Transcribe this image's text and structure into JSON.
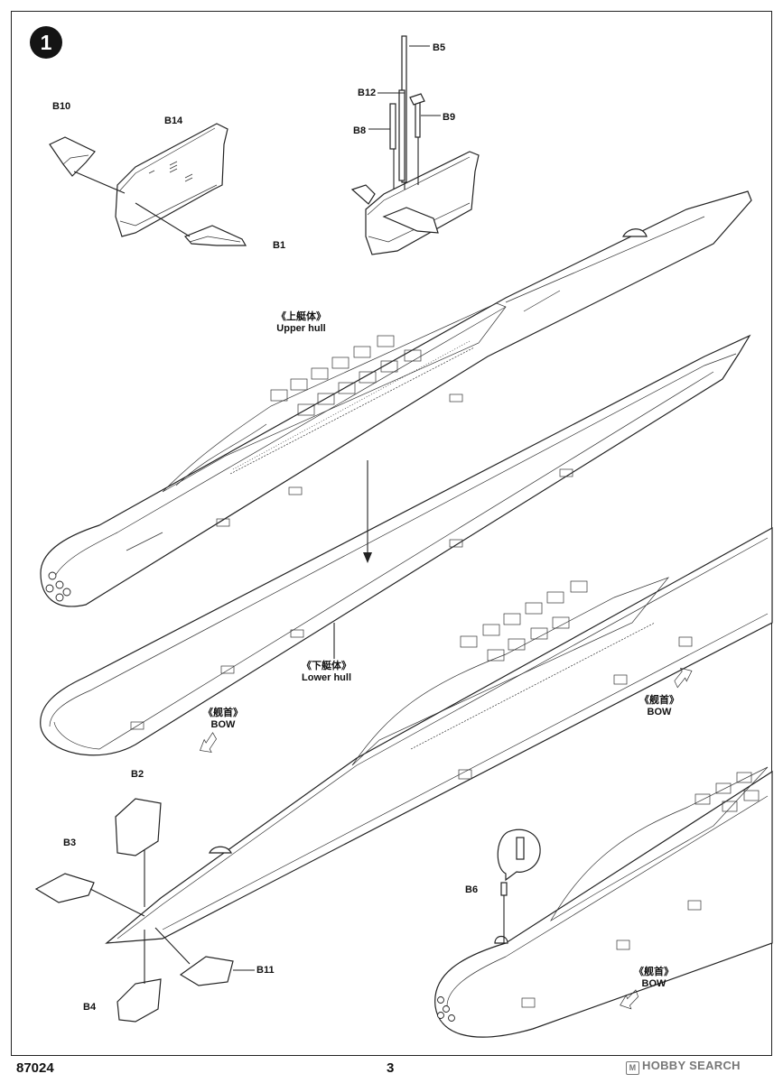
{
  "step": {
    "number": "1"
  },
  "parts": {
    "b1": "B1",
    "b2": "B2",
    "b3": "B3",
    "b4": "B4",
    "b5": "B5",
    "b6": "B6",
    "b8": "B8",
    "b9": "B9",
    "b10": "B10",
    "b11": "B11",
    "b12": "B12",
    "b14": "B14"
  },
  "labels": {
    "upper_hull_cn": "《上艇体》",
    "upper_hull_en": "Upper hull",
    "lower_hull_cn": "《下艇体》",
    "lower_hull_en": "Lower hull",
    "bow_cn": "《舰首》",
    "bow_en": "BOW"
  },
  "footer": {
    "product_code": "87024",
    "page_number": "3",
    "watermark": "HOBBY SEARCH"
  }
}
